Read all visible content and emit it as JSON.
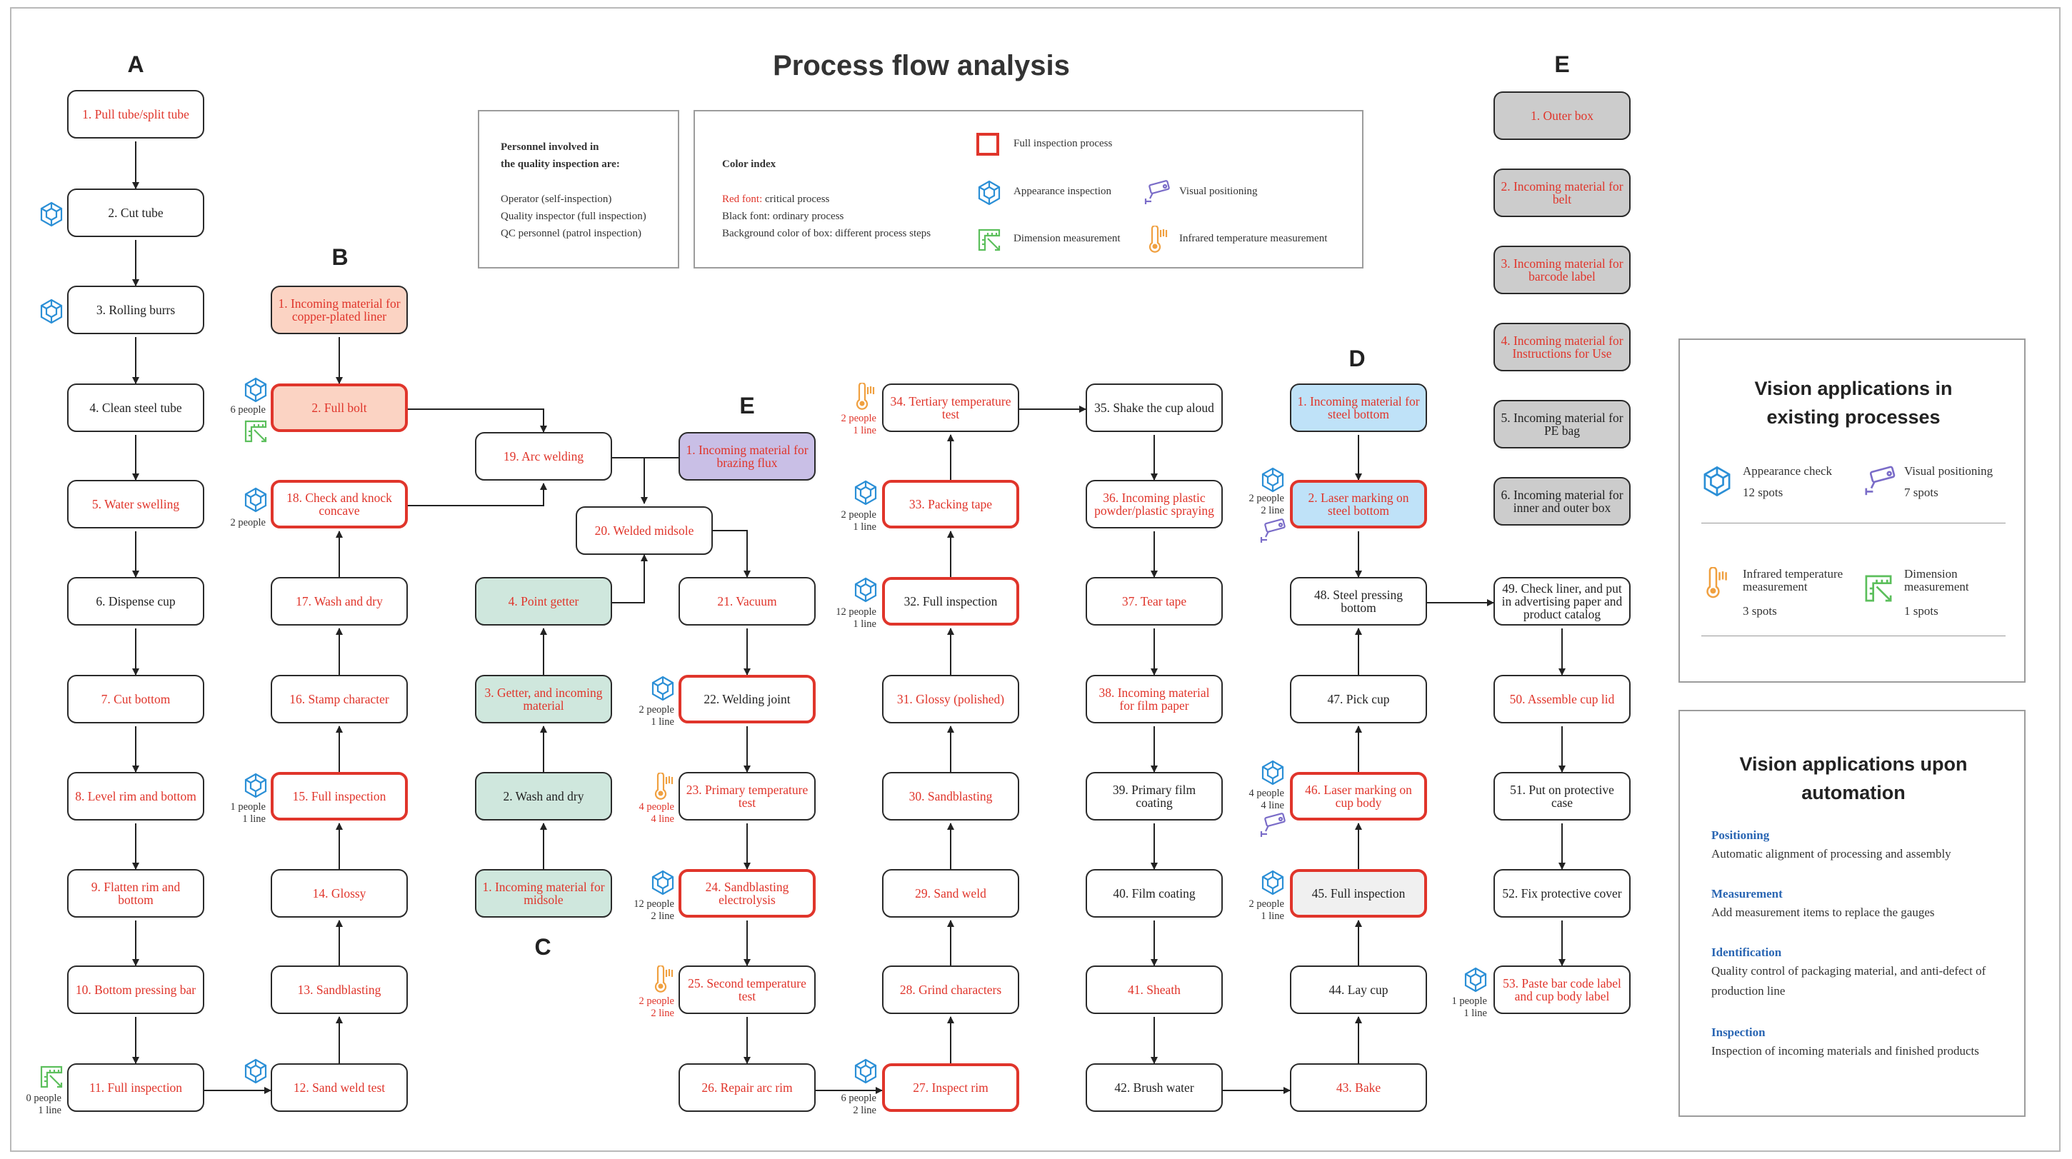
{
  "title": "Process flow analysis",
  "columns": [
    {
      "id": "col-a",
      "label": "A"
    },
    {
      "id": "col-b",
      "label": "B"
    },
    {
      "id": "col-c",
      "label": "C"
    },
    {
      "id": "col-e-mid",
      "label": "E"
    },
    {
      "id": "col-d",
      "label": "D"
    },
    {
      "id": "col-e-right",
      "label": "E"
    }
  ],
  "personnel": {
    "heading": [
      "Personnel involved in",
      "the quality inspection are:"
    ],
    "items": [
      "Operator (self-inspection)",
      "Quality inspector (full inspection)",
      "QC personnel (patrol inspection)"
    ]
  },
  "color_index": {
    "heading": "Color index",
    "red_label": "Red font:",
    "red_text": " critical process",
    "black_text": "Black font: ordinary process",
    "bg_text": "Background color of box: different process steps",
    "legend": {
      "full": "Full inspection process",
      "appearance": "Appearance inspection",
      "visual": "Visual positioning",
      "dimension": "Dimension measurement",
      "infrared": "Infrared temperature measurement"
    }
  },
  "nodes": [
    {
      "id": "a1",
      "text": "1. Pull tube/split tube",
      "color": "red"
    },
    {
      "id": "a2",
      "text": "2. Cut tube",
      "color": "black"
    },
    {
      "id": "a3",
      "text": "3. Rolling burrs",
      "color": "black"
    },
    {
      "id": "a4",
      "text": "4. Clean steel tube",
      "color": "black"
    },
    {
      "id": "a5",
      "text": "5. Water swelling",
      "color": "red"
    },
    {
      "id": "a6",
      "text": "6. Dispense cup",
      "color": "black"
    },
    {
      "id": "a7",
      "text": "7. Cut bottom",
      "color": "red"
    },
    {
      "id": "a8",
      "text": "8. Level rim and bottom",
      "color": "red"
    },
    {
      "id": "a9",
      "text": "9. Flatten rim and bottom",
      "color": "red"
    },
    {
      "id": "a10",
      "text": "10. Bottom pressing bar",
      "color": "red"
    },
    {
      "id": "a11",
      "text": "11. Full inspection",
      "color": "red"
    },
    {
      "id": "b1",
      "text": "1. Incoming material for copper-plated liner",
      "color": "red",
      "bg": "orange"
    },
    {
      "id": "b2",
      "text": "2. Full bolt",
      "color": "red",
      "bg": "orange",
      "full": true
    },
    {
      "id": "b12",
      "text": "12. Sand weld test",
      "color": "red"
    },
    {
      "id": "b13",
      "text": "13. Sandblasting",
      "color": "red"
    },
    {
      "id": "b14",
      "text": "14. Glossy",
      "color": "red"
    },
    {
      "id": "b15",
      "text": "15. Full inspection",
      "color": "red",
      "full": true
    },
    {
      "id": "b16",
      "text": "16. Stamp character",
      "color": "red"
    },
    {
      "id": "b17",
      "text": "17. Wash and dry",
      "color": "red"
    },
    {
      "id": "b18",
      "text": "18. Check and knock concave",
      "color": "red",
      "full": true
    },
    {
      "id": "b19",
      "text": "19. Arc welding",
      "color": "red"
    },
    {
      "id": "b20",
      "text": "20. Welded midsole",
      "color": "red"
    },
    {
      "id": "c1",
      "text": "1. Incoming material for midsole",
      "color": "red",
      "bg": "green"
    },
    {
      "id": "c2",
      "text": "2. Wash and dry",
      "color": "black",
      "bg": "green"
    },
    {
      "id": "c3",
      "text": "3. Getter, and incoming material",
      "color": "red",
      "bg": "green"
    },
    {
      "id": "c4",
      "text": "4. Point getter",
      "color": "red",
      "bg": "green"
    },
    {
      "id": "e1mid",
      "text": "1. Incoming material for brazing flux",
      "color": "red",
      "bg": "purple"
    },
    {
      "id": "n21",
      "text": "21. Vacuum",
      "color": "red"
    },
    {
      "id": "n22",
      "text": "22. Welding joint",
      "color": "black",
      "full": true
    },
    {
      "id": "n23",
      "text": "23. Primary temperature test",
      "color": "red"
    },
    {
      "id": "n24",
      "text": "24. Sandblasting electrolysis",
      "color": "red",
      "full": true
    },
    {
      "id": "n25",
      "text": "25. Second temperature test",
      "color": "red"
    },
    {
      "id": "n26",
      "text": "26. Repair arc rim",
      "color": "red"
    },
    {
      "id": "n27",
      "text": "27. Inspect rim",
      "color": "red",
      "full": true
    },
    {
      "id": "n28",
      "text": "28. Grind characters",
      "color": "red"
    },
    {
      "id": "n29",
      "text": "29. Sand weld",
      "color": "red"
    },
    {
      "id": "n30",
      "text": "30. Sandblasting",
      "color": "red"
    },
    {
      "id": "n31",
      "text": "31. Glossy (polished)",
      "color": "red"
    },
    {
      "id": "n32",
      "text": "32. Full inspection",
      "color": "black",
      "full": true
    },
    {
      "id": "n33",
      "text": "33. Packing tape",
      "color": "red",
      "full": true
    },
    {
      "id": "n34",
      "text": "34. Tertiary temperature test",
      "color": "red"
    },
    {
      "id": "n35",
      "text": "35. Shake the cup aloud",
      "color": "black"
    },
    {
      "id": "n36",
      "text": "36. Incoming plastic powder/plastic spraying",
      "color": "red"
    },
    {
      "id": "n37",
      "text": "37. Tear tape",
      "color": "red"
    },
    {
      "id": "n38",
      "text": "38. Incoming material for film paper",
      "color": "red"
    },
    {
      "id": "n39",
      "text": "39. Primary film coating",
      "color": "black"
    },
    {
      "id": "n40",
      "text": "40. Film coating",
      "color": "black"
    },
    {
      "id": "n41",
      "text": "41. Sheath",
      "color": "red"
    },
    {
      "id": "n42",
      "text": "42. Brush water",
      "color": "black"
    },
    {
      "id": "n43",
      "text": "43. Bake",
      "color": "red"
    },
    {
      "id": "n44",
      "text": "44. Lay cup",
      "color": "black"
    },
    {
      "id": "n45",
      "text": "45. Full inspection",
      "color": "black",
      "bg": "lightgray",
      "full": true
    },
    {
      "id": "n46",
      "text": "46. Laser marking on cup body",
      "color": "red",
      "full": true
    },
    {
      "id": "n47",
      "text": "47. Pick cup",
      "color": "black"
    },
    {
      "id": "n48",
      "text": "48. Steel pressing bottom",
      "color": "black"
    },
    {
      "id": "d1",
      "text": "1. Incoming material for steel bottom",
      "color": "red",
      "bg": "blue"
    },
    {
      "id": "d2",
      "text": "2. Laser marking on steel bottom",
      "color": "red",
      "bg": "blue",
      "full": true
    },
    {
      "id": "n49",
      "text": "49. Check liner, and put in advertising paper and product catalog",
      "color": "black"
    },
    {
      "id": "n50",
      "text": "50. Assemble cup lid",
      "color": "red"
    },
    {
      "id": "n51",
      "text": "51. Put on protective case",
      "color": "black"
    },
    {
      "id": "n52",
      "text": "52. Fix protective cover",
      "color": "black"
    },
    {
      "id": "n53",
      "text": "53. Paste bar code label and cup body label",
      "color": "red"
    },
    {
      "id": "e1",
      "text": "1. Outer box",
      "color": "red",
      "bg": "gray"
    },
    {
      "id": "e2",
      "text": "2. Incoming material for belt",
      "color": "red",
      "bg": "gray"
    },
    {
      "id": "e3",
      "text": "3. Incoming material for barcode label",
      "color": "red",
      "bg": "gray"
    },
    {
      "id": "e4",
      "text": "4. Incoming material for Instructions for Use",
      "color": "red",
      "bg": "gray"
    },
    {
      "id": "e5",
      "text": "5. Incoming material for PE bag",
      "color": "black",
      "bg": "gray"
    },
    {
      "id": "e6",
      "text": "6. Incoming material for inner and outer box",
      "color": "black",
      "bg": "gray"
    }
  ],
  "notes": [
    {
      "id": "note-b2",
      "lines": [
        "6 people"
      ]
    },
    {
      "id": "note-b18",
      "lines": [
        "2 people"
      ]
    },
    {
      "id": "note-b15",
      "lines": [
        "1 people",
        "1 line"
      ]
    },
    {
      "id": "note-a11",
      "lines": [
        "0 people",
        "1 line"
      ]
    },
    {
      "id": "note-n22",
      "lines": [
        "2 people",
        "1 line"
      ]
    },
    {
      "id": "note-n23",
      "lines": [
        "4 people",
        "4 line"
      ]
    },
    {
      "id": "note-n24",
      "lines": [
        "12 people",
        "2 line"
      ]
    },
    {
      "id": "note-n25",
      "lines": [
        "2 people",
        "2 line"
      ]
    },
    {
      "id": "note-n27",
      "lines": [
        "6 people",
        "2 line"
      ]
    },
    {
      "id": "note-n34",
      "lines": [
        "2 people",
        "1 line"
      ]
    },
    {
      "id": "note-n33",
      "lines": [
        "2 people",
        "1 line"
      ]
    },
    {
      "id": "note-n32",
      "lines": [
        "12 people",
        "1 line"
      ]
    },
    {
      "id": "note-d2",
      "lines": [
        "2 people",
        "2 line"
      ]
    },
    {
      "id": "note-n46",
      "lines": [
        "4 people",
        "4 line"
      ]
    },
    {
      "id": "note-n45",
      "lines": [
        "2 people",
        "1 line"
      ]
    },
    {
      "id": "note-n53",
      "lines": [
        "1 people",
        "1 line"
      ]
    }
  ],
  "vision_existing": {
    "title": [
      "Vision applications in",
      "existing processes"
    ],
    "appearance_label": "Appearance check",
    "appearance_count": "12 spots",
    "visual_label": "Visual positioning",
    "visual_count": "7 spots",
    "infrared_label": [
      "Infrared temperature",
      "measurement"
    ],
    "infrared_count": "3 spots",
    "dimension_label": [
      "Dimension",
      "measurement"
    ],
    "dimension_count": "1 spots"
  },
  "vision_automation": {
    "title": [
      "Vision applications upon",
      "automation"
    ],
    "sections": [
      {
        "head": "Positioning",
        "text": "Automatic alignment of processing and assembly"
      },
      {
        "head": "Measurement",
        "text": "Add measurement items to replace the gauges"
      },
      {
        "head": "Identification",
        "text": "Quality control of packaging material, and anti-defect of production line"
      },
      {
        "head": "Inspection",
        "text": "Inspection of incoming materials and finished products"
      }
    ]
  },
  "colors": {
    "critical_red": "#e0352b",
    "appearance_icon": "#2b8fd6",
    "dimension_icon": "#5cbf5c",
    "infrared_icon": "#f0a040",
    "visual_icon": "#7a6cc8",
    "heading_blue": "#2a66b3"
  },
  "icon_names": [
    "appearance-inspection-icon",
    "visual-positioning-icon",
    "dimension-measurement-icon",
    "infrared-temperature-icon"
  ]
}
